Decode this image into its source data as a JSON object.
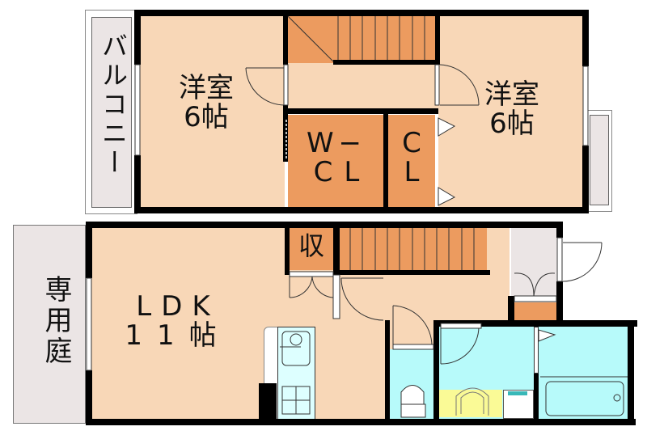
{
  "plan": {
    "colors": {
      "room": "#f8d7b7",
      "storage": "#ec9b5f",
      "outdoor": "#ebe5e5",
      "wet": "#b7fafa",
      "vanity": "#fafa96",
      "wall": "#000000"
    },
    "rooms": {
      "balcony": {
        "label": "バルコニー"
      },
      "western_room_left": {
        "label": "洋室",
        "size": "6帖"
      },
      "western_room_right": {
        "label": "洋室",
        "size": "6帖"
      },
      "walk_in_closet": {
        "label_line1": "W−",
        "label_line2": "CL"
      },
      "closet": {
        "label_line1": "C",
        "label_line2": "L"
      },
      "storage": {
        "label": "収"
      },
      "ldk": {
        "label": "LDK",
        "size": "11帖"
      },
      "private_garden": {
        "label": "専用庭"
      }
    }
  }
}
